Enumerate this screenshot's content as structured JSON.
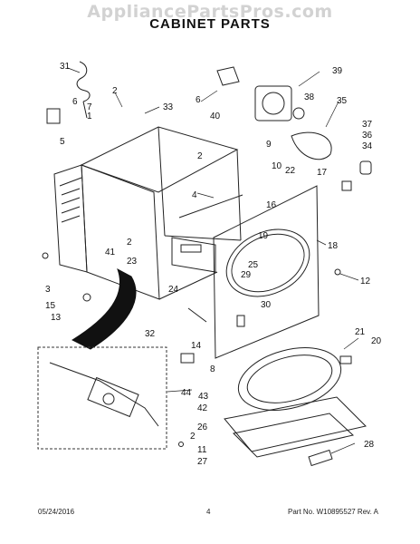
{
  "watermark": "AppliancePartsPros.com",
  "title": "CABINET PARTS",
  "footer": {
    "date": "05/24/2016",
    "page": "4",
    "part_number": "Part No. W10895527  Rev. A"
  },
  "callouts": [
    "31",
    "2",
    "33",
    "6",
    "7",
    "1",
    "5",
    "6",
    "40",
    "39",
    "38",
    "35",
    "37",
    "36",
    "34",
    "2",
    "9",
    "10",
    "22",
    "17",
    "4",
    "16",
    "18",
    "19",
    "2",
    "41",
    "23",
    "25",
    "29",
    "12",
    "3",
    "15",
    "13",
    "24",
    "30",
    "32",
    "14",
    "8",
    "21",
    "20",
    "44",
    "43",
    "42",
    "26",
    "2",
    "11",
    "27",
    "28"
  ]
}
